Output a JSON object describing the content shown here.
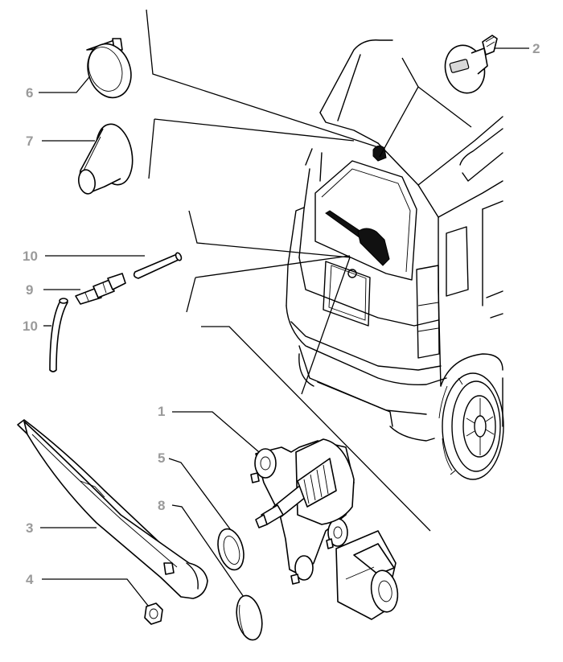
{
  "callouts": [
    {
      "id": "1",
      "label": "1"
    },
    {
      "id": "2",
      "label": "2"
    },
    {
      "id": "3",
      "label": "3"
    },
    {
      "id": "4",
      "label": "4"
    },
    {
      "id": "5",
      "label": "5"
    },
    {
      "id": "6",
      "label": "6"
    },
    {
      "id": "7",
      "label": "7"
    },
    {
      "id": "8",
      "label": "8"
    },
    {
      "id": "9",
      "label": "9"
    },
    {
      "id": "10a",
      "label": "10"
    },
    {
      "id": "10b",
      "label": "10"
    }
  ],
  "colors": {
    "callout_text": "#9a9a9a",
    "line": "#000000",
    "background": "#ffffff"
  }
}
